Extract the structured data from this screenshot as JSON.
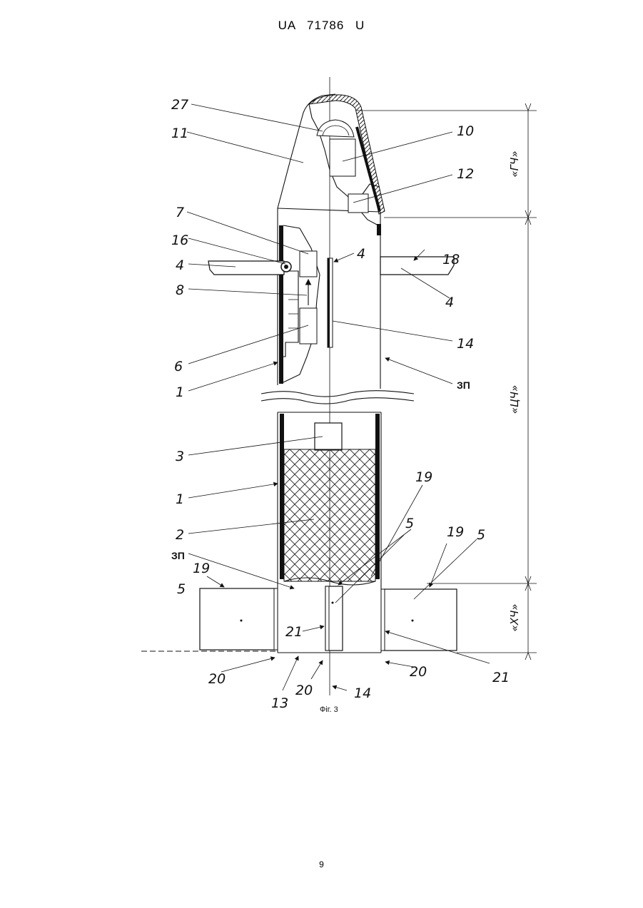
{
  "header": {
    "doc_id": "UA   71786   U"
  },
  "figure": {
    "caption": "Фіг. 3",
    "labels": {
      "l27": "27",
      "l11": "11",
      "l10": "10",
      "l12": "12",
      "l7": "7",
      "l16": "16",
      "l4a": "4",
      "l4b": "4",
      "l4c": "4",
      "l18": "18",
      "l8": "8",
      "l6": "6",
      "l14a": "14",
      "l1a": "1",
      "l3": "3",
      "l1b": "1",
      "l2": "2",
      "l19a": "19",
      "l5a": "5",
      "l19b": "19",
      "l5b": "5",
      "l19c": "19",
      "l5c": "5",
      "l21a": "21",
      "l21b": "21",
      "l20a": "20",
      "l20b": "20",
      "l20c": "20",
      "l13": "13",
      "l14b": "14",
      "zp1": "ЗП",
      "zp2": "ЗП"
    },
    "dimensions": {
      "gch": "«ГЧ»",
      "cch": "«ЦЧ»",
      "xch": "«ХЧ»"
    }
  },
  "footer": {
    "page_number": "9"
  }
}
